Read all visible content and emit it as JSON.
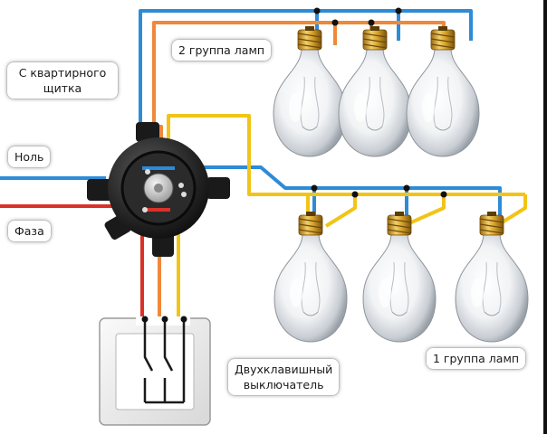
{
  "labels": {
    "panel_line1": "С квартирного",
    "panel_line2": "щитка",
    "neutral": "Ноль",
    "phase": "Фаза",
    "group2": "2 группа ламп",
    "group1": "1 группа ламп",
    "switch_line1": "Двухклавишный",
    "switch_line2": "выключатель"
  },
  "colors": {
    "neutral_wire": "#2e8bd6",
    "phase_wire": "#d9322b",
    "group1_wire": "#f2c417",
    "group2_wire": "#f0883a",
    "socket_brass": "#d4a02a",
    "junction_box": "#222222",
    "switch_frame": "#e8e8e8"
  },
  "icons": {
    "junction_box": "junction-box-icon",
    "switch": "double-switch-icon",
    "lamp": "light-bulb-icon"
  }
}
